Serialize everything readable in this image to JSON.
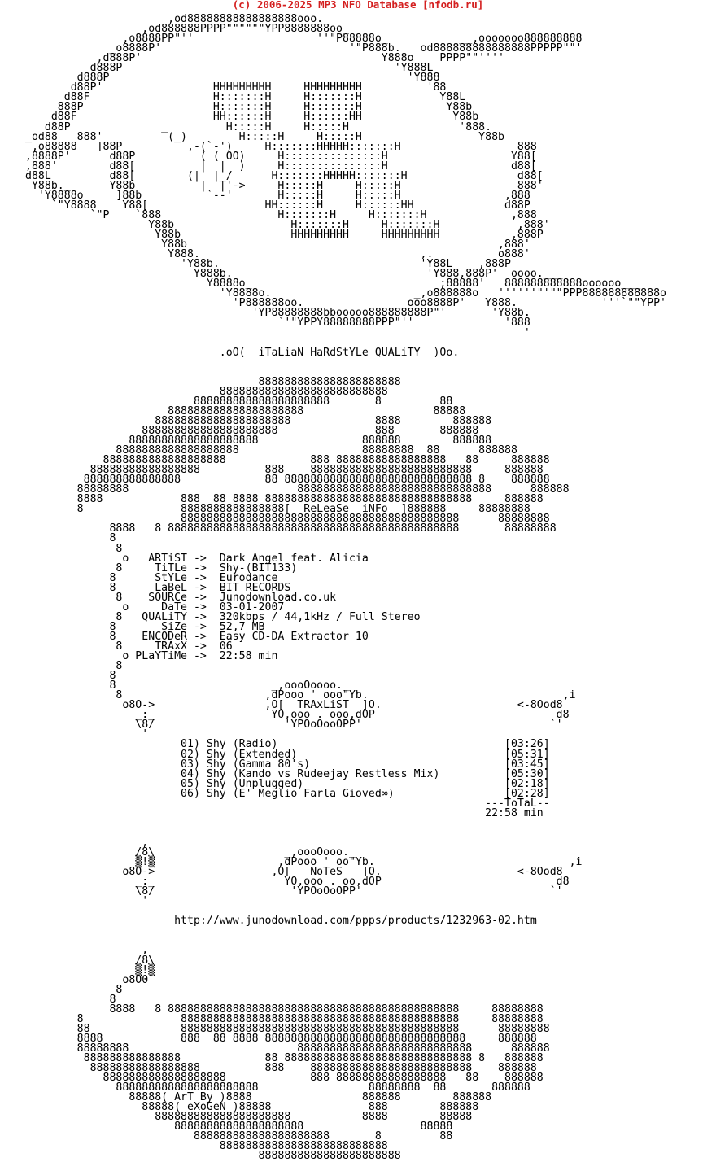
{
  "header": {
    "title": "(c) 2006-2025 MP3 NFO Database [nfodb.ru]"
  },
  "nfo": {
    "lines": [
      "                      ,od88888888888888888ooo._",
      "                  ,od888888PPPP\"\"\"\"\"\"YPP8888888oo_",
      "               ,o8888PP\"''                   ''\"P88888o_           __,ooooooo888888888",
      "             _o8888P'                             '\"P888b.   od888888888888888PPPPP\"\"'",
      "           ,d888P'                                     Y888o    PPPP\"\"''''",
      "          d888P                                          'Y888L",
      "        d888P                                              'Y888",
      "       d88P'                 HHHHHHHHH     HHHHHHHHH          '88",
      "      d88F                   H:::::::H     H:::::::H            Y88L",
      "     888P                    H:::::::H     H:::::::H             Y88b",
      "    d88F                     HH::::::H     H::::::HH              Y88b",
      "   d88P              _         H:::::H     H:::::H                 '888.",
      "_od88   888'          (_)        H:::::H     H:::::H                  Y88b",
      " ,o88888   ]88P          ,-(`-')     H:::::::HHHHH:::::::H                  888",
      ",8888P'      d88P          ( ( OO)     H:::::::::::::::H                   Y88[",
      ",888'        d88[          |  |  )     H:::::::::::::::H                   d88[",
      "d88L         d88[        (|  |_/      H:::::::HHHHH:::::::H                 d88[",
      " Y88b._      Y88b          |  |'->     H:::::H     H:::::H                  888'",
      "  'Y8888o     ]88b          `--'       H:::::H     H:::::H                ,888",
      "    `\"Y8888    Y88[                  HH::::::H     H::::::HH              d88P",
      "          `\"P    `888                  H:::::::H     H:::::::H             ,888",
      "                   Y88b                  H:::::::H     H:::::::H            ,888'",
      "                    Y88b                 HHHHHHHHH     HHHHHHHHH           ,888P",
      "                     Y88b                                                ,888'",
      "                      Y888.                                  ,.          o888'",
      "                        'Y88b.                               'Y88L    ,888P",
      "                          Y888b.                              'Y888,888P'  oooo.___",
      "                            Y8888o_                             ;88888'   888888888888oooooo___",
      "                              'Y8888o.                      _,o888888o   ''''''\"'\"\"PPP888888888888o",
      "                                'P888888oo._             __ooo8888P'   Y888.             '''`\"\"YPP'",
      "                                   'YP88888888bbooooo888888888P\"'       'Y88b.",
      "                                       `'\"YPPY88888888PPP\"''              '888",
      "                                                                             '",
      "",
      "                              .oO(  iTaLiaN HaRdStYLe QUALiTY  )Oo.",
      "",
      "",
      "                                    8888888888888888888888",
      "                              88888888888888888888888888",
      "                          888888888888888888888       8         88",
      "                      888888888888888888888                    88888",
      "                    888888888888888888888             8888        888888",
      "                  888888888888888888888               888       888888",
      "                88888888888888888888                888888        888888",
      "              8888888888888888888                   88888888  88      888888",
      "            8888888888888888888             888 88888888888888888   88     888888",
      "          88888888888888888          888    8888888888888888888888888     888888",
      "         888888888888888             88 88888888888888888888888888888 8    888888",
      "        88888888                          888888888888888888888888888888      888888",
      "        8888            888  88 8888 88888888888888888888888888888888     888888",
      "        8               8888888888888888[  ReLeaSe  iNFo  ]888888     88888888",
      "                        8888888888888888888888888888888888888888888      88888888",
      "             8888   8 888888888888888888888888888888888888888888888       88888888",
      "             8",
      "              8",
      "               o   ARTiST ->  Dark Angel feat. Alicia",
      "              8     TiTLe ->  Shy-(BIT133)",
      "             8      StYLe ->  Eurodance",
      "             8      LaBeL ->  BIT RECORDS",
      "              8    SOURCe ->  Junodownload.co.uk",
      "               o     DaTe ->  03-01-2007",
      "              8   QUALiTY ->  320kbps / 44,1kHz / Full Stereo",
      "             8       SiZe ->  52,7 MB",
      "             8    ENCODeR ->  Easy CD-DA Extractor 10",
      "              8     TRAxX ->  06",
      "               o PLaYTiMe ->  22:58 min",
      "              8",
      "             8",
      "             8                        _,oooOoooo._",
      "              8                      ,dPooo ' ooo\"Yb.                              ,i",
      "               o8O->                 ,O[  TRAxLiST  ]O.                     <-8Ood8",
      "                 _:_                  YO,ooo . ooo,dOP                            d8",
      "                 \\8/                    'YPOoOooOPP'                             `'",
      "                  '",
      "                        01) Shy (Radio)                                   [03:26]",
      "                        02) Shy (Extended)                                [05:31]",
      "                        03) Shy (Gamma 80's)                              [03:45]",
      "                        04) Shy (Kando vs Rudeejay Restless Mix)          [05:30]",
      "                        05) Shy (Unplugged)                               [02:18]",
      "                        06) Shy (E' Meglio Farla Gioved∞)                 [02:28]",
      "                                                                       ---ToTaL--",
      "                                                                       22:58 min",
      "",
      "",
      "                  ,",
      "                 /8\\                    _,oooOooo._",
      "                 ▒!▒                   ,dPooo ' oo\"Yb.                              ,i",
      "               o8O->                  ,O[   NoTeS   ]O.                     <-8Ood8",
      "                 _:_                    YO,ooo . oo,dOP                           d8",
      "                 \\8/                     'YPOoOoOPP'                             `'",
      "                  '",
      "",
      "                       http://www.junodownload.com/ppps/products/1232963-02.htm",
      "",
      "",
      "                  ,",
      "                 /8\\",
      "                 ▒!▒",
      "               o8O0",
      "              8",
      "             8",
      "             8888   8 888888888888888888888888888888888888888888888     88888888",
      "        8               8888888888888888888888888888888888888888888     88888888",
      "        88              8888888888888888888888888888888888888888888      88888888",
      "        8888            888  88 8888 8888888888888888888888888888888     888888",
      "        88888888                          888888888888888888888888888      888888",
      "         888888888888888             88 88888888888888888888888888888 8   888888",
      "          88888888888888888          888    8888888888888888888888888    888888",
      "            8888888888888888888             888 88888888888888888   88    888888",
      "              8888888888888888888888                 88888888  88       888888",
      "                88888( ArT By )8888                 888888        888888",
      "                  88888( eXoGeN )88888               888        888888",
      "                    888888888888888888888           8888        88888",
      "                       88888888888888888888                  88888",
      "                          888888888888888888888       8         88",
      "                              88888888888888888888888888",
      "                                    8888888888888888888888"
    ]
  }
}
